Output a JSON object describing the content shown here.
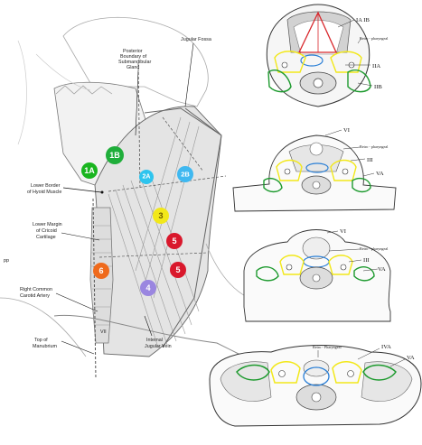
{
  "left_diagram": {
    "labels": {
      "posterior": "Posterior",
      "boundary": "Boundary of",
      "submandibular": "Submandibular",
      "gland": "Gland",
      "jugular_fossa": "Jugular Fossa",
      "lower_border": "Lower Border",
      "hyoid": "of Hyoid Muscle",
      "lower_margin": "Lower Margin",
      "of_cricoid": "of Cricoid",
      "cartilage": "Cartilage",
      "right_common": "Right Common",
      "carotid_artery": "Carotid Artery",
      "top_of": "Top of",
      "manubrium": "Manubrium",
      "internal": "Internal",
      "jugular_vein": "Jugular Vein",
      "vii": "VII",
      "pp": "pp"
    },
    "levels": [
      {
        "label": "1A",
        "color": "#19b51f"
      },
      {
        "label": "1B",
        "color": "#1fae3a"
      },
      {
        "label": "2A",
        "color": "#2ec4ee"
      },
      {
        "label": "2B",
        "color": "#3fb8f0"
      },
      {
        "label": "3",
        "color": "#f2e81a"
      },
      {
        "label": "4",
        "color": "#9a86e0"
      },
      {
        "label": "5",
        "color": "#d9182c"
      },
      {
        "label": "5",
        "color": "#d9182c"
      },
      {
        "label": "6",
        "color": "#ef6a1c"
      }
    ]
  },
  "panel1": {
    "la_ib": "IA IB",
    "retro": "Retro - pharyngeal",
    "iia": "IIA",
    "iib": "IIB"
  },
  "panel2": {
    "vi": "VI",
    "retro": "Retro - pharyngeal",
    "iii": "III",
    "va": "VA"
  },
  "panel3": {
    "vi": "VI",
    "retro": "Retro - pharyngeal",
    "iii": "III",
    "va": "VA"
  },
  "panel4": {
    "retro": "Retro - Pharyngeal",
    "iva": "IVA",
    "va": "VA"
  },
  "colors": {
    "yellow": "#f2e81a",
    "green": "#1d9a2e",
    "blue": "#2a7fd6",
    "red": "#d8262b"
  }
}
